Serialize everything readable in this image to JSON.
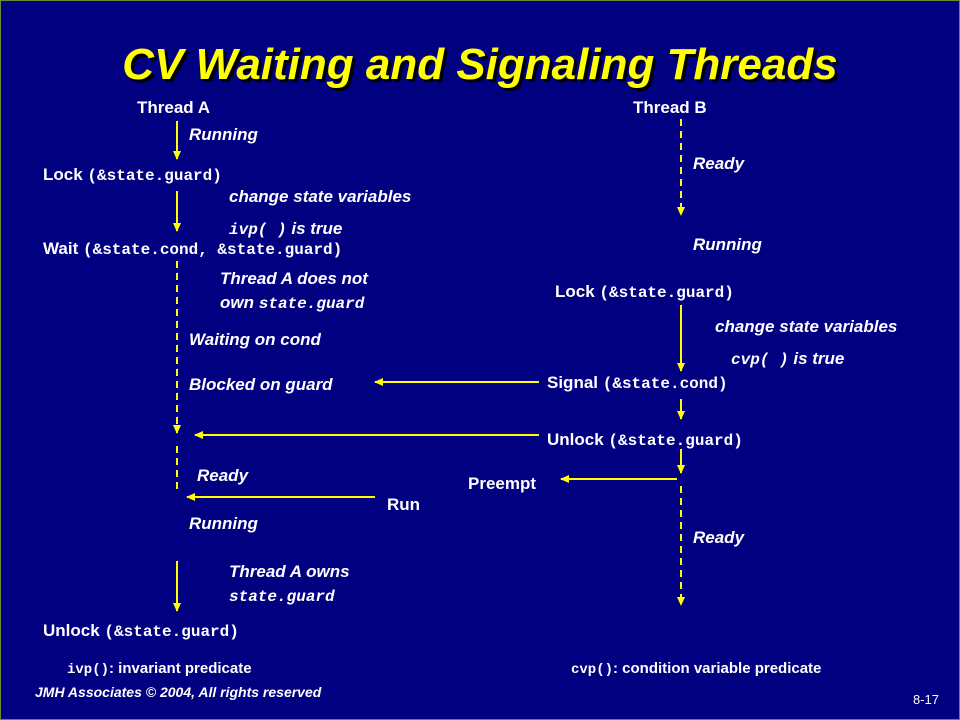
{
  "slide": {
    "title": "CV Waiting and Signaling Threads",
    "thread_a": {
      "header": "Thread A",
      "state_running_1": "Running",
      "lock_word": "Lock",
      "lock_args": "(&state.guard)",
      "change_state": "change state variables",
      "ivp_code": "ivp( )",
      "ivp_true": "is true",
      "wait_word": "Wait",
      "wait_args": "(&state.cond, &state.guard)",
      "not_own_line1": "Thread A does not",
      "not_own_word": "own",
      "not_own_code": "state.guard",
      "waiting_on_cond": "Waiting on cond",
      "blocked_on_guard": "Blocked on guard",
      "state_ready": "Ready",
      "state_running_2": "Running",
      "owns_line1": "Thread A owns",
      "owns_code": "state.guard",
      "unlock_word": "Unlock",
      "unlock_args": "(&state.guard)"
    },
    "thread_b": {
      "header": "Thread B",
      "state_ready_1": "Ready",
      "state_running": "Running",
      "lock_word": "Lock",
      "lock_args": "(&state.guard)",
      "change_state": "change state variables",
      "cvp_code": "cvp( )",
      "cvp_true": "is true",
      "signal_word": "Signal",
      "signal_args": "(&state.cond)",
      "unlock_word": "Unlock",
      "unlock_args": "(&state.guard)",
      "preempt": "Preempt",
      "state_ready_2": "Ready"
    },
    "run_label": "Run",
    "legend": {
      "ivp_code": "ivp()",
      "ivp_desc": ": invariant predicate",
      "cvp_code": "cvp()",
      "cvp_desc": ": condition variable predicate"
    },
    "copyright": "JMH Associates © 2004, All rights reserved",
    "slide_number": "8-17",
    "colors": {
      "background": "#000080",
      "title": "#ffff00",
      "arrows": "#ffff00",
      "text": "#ffffff"
    }
  }
}
